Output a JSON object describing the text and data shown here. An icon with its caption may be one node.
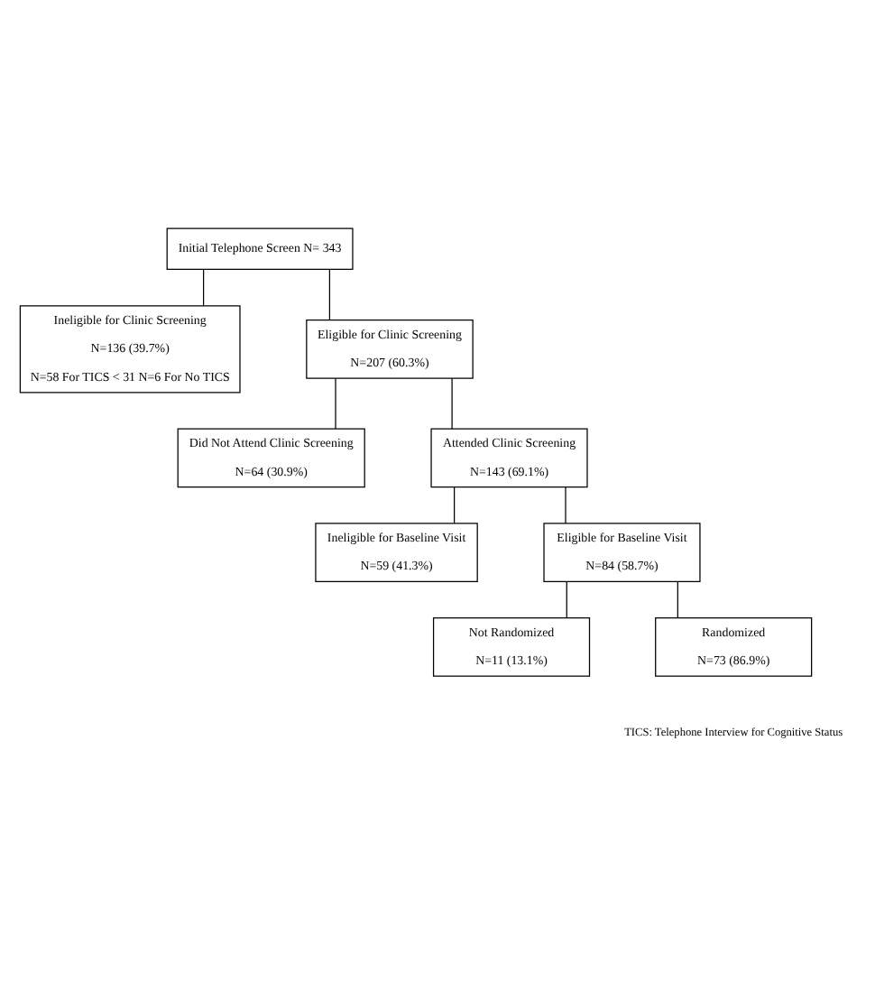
{
  "diagram": {
    "nodes": [
      {
        "text": [
          "Initial Telephone Screen N= 343"
        ]
      },
      {
        "text": [
          "Ineligible for Clinic Screening",
          "N=136 (39.7%)",
          "N=58 For TICS < 31 N=6 For No TICS"
        ]
      },
      {
        "text": [
          "Eligible for Clinic Screening",
          "N=207 (60.3%)"
        ]
      },
      {
        "text": [
          "Did Not Attend Clinic Screening",
          "N=64 (30.9%)"
        ]
      },
      {
        "text": [
          "Attended Clinic Screening",
          "N=143 (69.1%)"
        ]
      },
      {
        "text": [
          "Ineligible for Baseline Visit",
          "N=59 (41.3%)"
        ]
      },
      {
        "text": [
          "Eligible for Baseline Visit",
          "N=84 (58.7%)"
        ]
      },
      {
        "text": [
          "Not Randomized",
          "N=11 (13.1%)"
        ]
      },
      {
        "text": [
          "Randomized",
          "N=73 (86.9%)"
        ]
      }
    ],
    "edges": [
      {
        "from": 0,
        "to": 1,
        "arrow": "none"
      },
      {
        "from": 0,
        "to": 2,
        "arrow": "none"
      },
      {
        "from": 2,
        "to": 3,
        "arrow": "none"
      },
      {
        "from": 2,
        "to": 4,
        "arrow": "none"
      },
      {
        "from": 4,
        "to": 5,
        "arrow": "none"
      },
      {
        "from": 4,
        "to": 6,
        "arrow": "none"
      },
      {
        "from": 6,
        "to": 7,
        "arrow": "none"
      },
      {
        "from": 6,
        "to": 8,
        "arrow": "none"
      }
    ],
    "labels": [
      "TICS: Telephone Interview for Cognitive Status"
    ]
  }
}
